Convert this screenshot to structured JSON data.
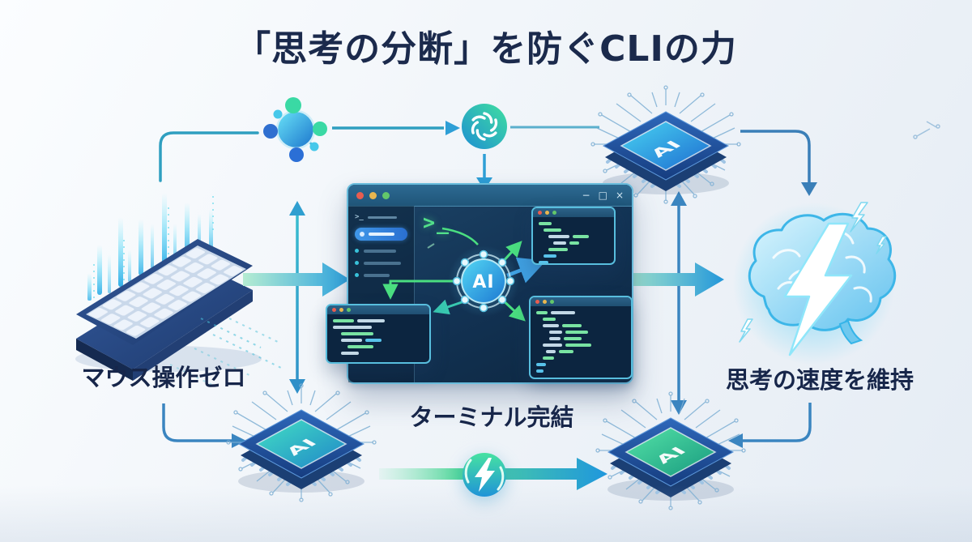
{
  "title": "「思考の分断」を防ぐCLIの力",
  "nodes": {
    "keyboard": {
      "label": "マウス操作ゼロ",
      "icon": "keyboard-icon"
    },
    "terminal": {
      "label": "ターミナル完結",
      "icon": "terminal-window-icon"
    },
    "brain": {
      "label": "思考の速度を維持",
      "icon": "brain-lightning-icon"
    }
  },
  "terminal": {
    "window_controls": {
      "minimize": "−",
      "maximize": "□",
      "close": "×"
    },
    "prompt_symbol": ">_",
    "sidebar_prompt_symbol": ">_",
    "hub": {
      "label": "AI"
    },
    "code_windows": {
      "top_right": {
        "lines": [
          {
            "i": 0,
            "seg": [
              [
                "g",
                16
              ]
            ]
          },
          {
            "i": 6,
            "seg": [
              [
                "g",
                22
              ]
            ]
          },
          {
            "i": 12,
            "seg": [
              [
                "w",
                26
              ],
              [
                "g",
                20
              ]
            ]
          },
          {
            "i": 18,
            "seg": [
              [
                "w",
                16
              ],
              [
                "g",
                12
              ]
            ]
          },
          {
            "i": 12,
            "seg": [
              [
                "g",
                24
              ]
            ]
          },
          {
            "i": 6,
            "seg": [
              [
                "b",
                16
              ]
            ]
          },
          {
            "i": 0,
            "seg": [
              [
                "b",
                12
              ]
            ]
          }
        ]
      },
      "bottom_right": {
        "lines": [
          {
            "i": 0,
            "seg": [
              [
                "g",
                14
              ],
              [
                "w",
                30
              ]
            ]
          },
          {
            "i": 8,
            "seg": [
              [
                "g",
                16
              ]
            ]
          },
          {
            "i": 8,
            "seg": [
              [
                "w",
                20
              ],
              [
                "g",
                24
              ]
            ]
          },
          {
            "i": 16,
            "seg": [
              [
                "w",
                16
              ],
              [
                "g",
                28
              ]
            ]
          },
          {
            "i": 16,
            "seg": [
              [
                "w",
                14
              ],
              [
                "g",
                22
              ]
            ]
          },
          {
            "i": 8,
            "seg": [
              [
                "w",
                24
              ],
              [
                "g",
                32
              ]
            ]
          },
          {
            "i": 12,
            "seg": [
              [
                "w",
                12
              ],
              [
                "g",
                18
              ]
            ]
          },
          {
            "i": 8,
            "seg": [
              [
                "g",
                14
              ]
            ]
          },
          {
            "i": 0,
            "seg": [
              [
                "b",
                12
              ]
            ]
          },
          {
            "i": 0,
            "seg": [
              [
                "b",
                9
              ]
            ]
          }
        ]
      },
      "bottom_left": {
        "lines": [
          {
            "i": 0,
            "seg": [
              [
                "g",
                26
              ],
              [
                "w",
                34
              ]
            ]
          },
          {
            "i": 0,
            "seg": [
              [
                "w",
                48
              ]
            ]
          },
          {
            "i": 10,
            "seg": [
              [
                "g",
                40
              ]
            ]
          },
          {
            "i": 10,
            "seg": [
              [
                "w",
                26
              ],
              [
                "b",
                20
              ]
            ]
          },
          {
            "i": 18,
            "seg": [
              [
                "g",
                32
              ]
            ]
          },
          {
            "i": 10,
            "seg": [
              [
                "w",
                22
              ]
            ]
          }
        ]
      }
    }
  },
  "chips": {
    "top_right": {
      "label": "AI"
    },
    "bottom_left": {
      "label": "AI"
    },
    "bottom_right": {
      "label": "AI"
    }
  },
  "icons": {
    "hub_network": "network-nodes-icon",
    "ai_service": "openai-logo-icon",
    "speed_badge": "lightning-badge-icon",
    "brain": "brain-lightning-icon",
    "keyboard": "keyboard-icon",
    "ai_chip": "ai-chip-icon"
  },
  "colors": {
    "title_text": "#1b2a4c",
    "label_text": "#17264a",
    "arrow_teal": "#2f9fc0",
    "arrow_blue": "#3a7fb8",
    "thick_arrow_green": "#52d69a",
    "thick_arrow_blue": "#2196d6",
    "prompt_green": "#52e08a",
    "terminal_border": "#69bcdc",
    "traffic_lights": {
      "close": "#e85d50",
      "minimize": "#e8b64f",
      "zoom": "#63c76a"
    },
    "code": {
      "g": "#79e3a2",
      "b": "#58c2ea",
      "w": "#c2d8e6"
    }
  }
}
